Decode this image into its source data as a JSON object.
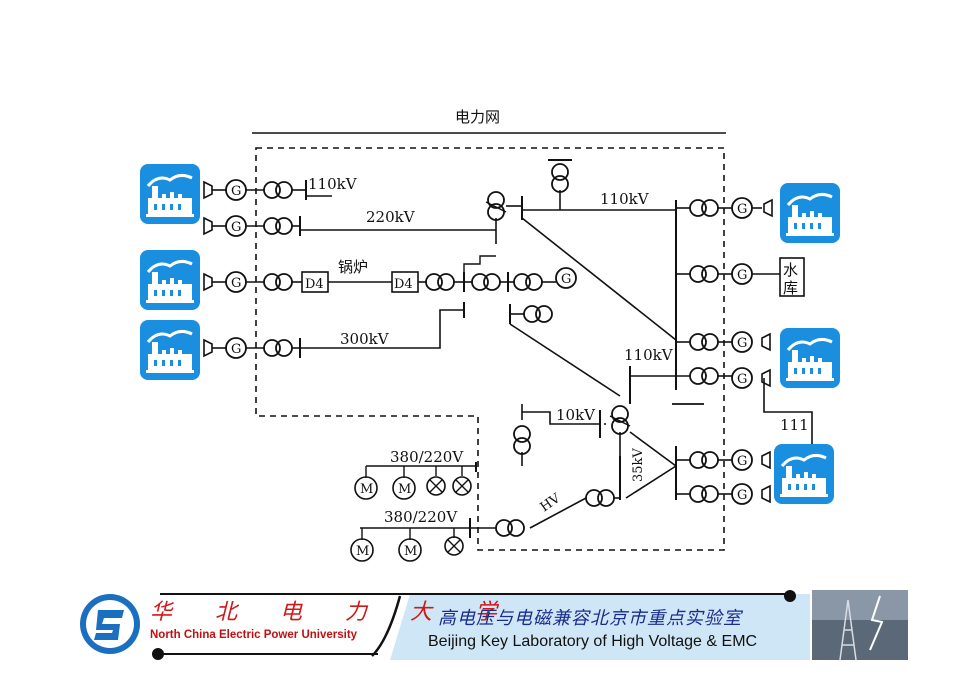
{
  "diagram": {
    "title": "电力网",
    "labels": {
      "v110_top_left": "110kV",
      "v220": "220kV",
      "boiler": "锅炉",
      "d4_a": "D4",
      "d4_b": "D4",
      "v300": "300kV",
      "v110_top_right": "110kV",
      "v110_mid": "110kV",
      "v10": "10kV",
      "v35": "35kV",
      "lv_upper": "380/220V",
      "lv_lower": "380/220V",
      "hv_tag": "HV",
      "reservoir": "水库",
      "line_111": "111",
      "gen": "G",
      "motor": "M"
    }
  },
  "footer": {
    "university_cn": "华 北 电 力 大 学",
    "university_en": "North China Electric Power University",
    "lab_cn": "高电压与电磁兼容北京市重点实验室",
    "lab_en": "Beijing Key Laboratory of High Voltage & EMC"
  },
  "colors": {
    "plant_blue": "#1a8fe0",
    "title_red": "#d01818",
    "lab_blue": "#1a2d8c",
    "footer_bg": "#cfe6f6"
  }
}
